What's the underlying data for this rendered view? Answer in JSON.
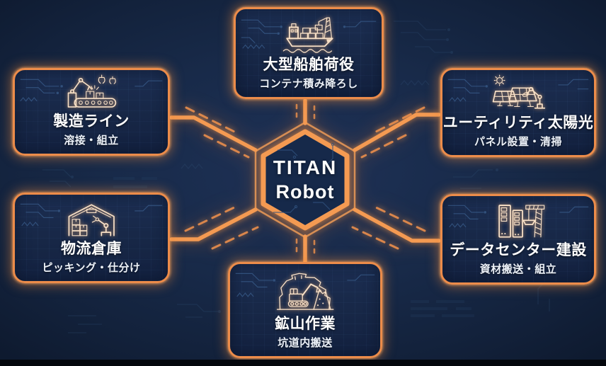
{
  "diagram": {
    "center": {
      "title_line1": "TITAN",
      "title_line2": "Robot"
    },
    "nodes": [
      {
        "title": "大型船舶荷役",
        "subtitle": "コンテナ積み降ろし",
        "icon": "container-ship-crane-icon",
        "position": "top"
      },
      {
        "title": "製造ライン",
        "subtitle": "溶接・組立",
        "icon": "robot-arm-conveyor-icon",
        "position": "top-left"
      },
      {
        "title": "ユーティリティ太陽光",
        "subtitle": "パネル設置・清掃",
        "icon": "solar-panels-sun-robot-icon",
        "position": "top-right"
      },
      {
        "title": "物流倉庫",
        "subtitle": "ピッキング・仕分け",
        "icon": "warehouse-robot-arm-icon",
        "position": "bottom-left"
      },
      {
        "title": "データセンター建設",
        "subtitle": "資材搬送・組立",
        "icon": "server-racks-crane-icon",
        "position": "bottom-right"
      },
      {
        "title": "鉱山作業",
        "subtitle": "坑道内搬送",
        "icon": "mine-tunnel-excavator-icon",
        "position": "bottom"
      }
    ],
    "colors": {
      "background": "#15253f",
      "panel": "#18294a",
      "accent": "#ec8c4a",
      "connector": "#f49a52",
      "icon_stroke": "#f8e0c6",
      "text": "#ffffff"
    }
  }
}
